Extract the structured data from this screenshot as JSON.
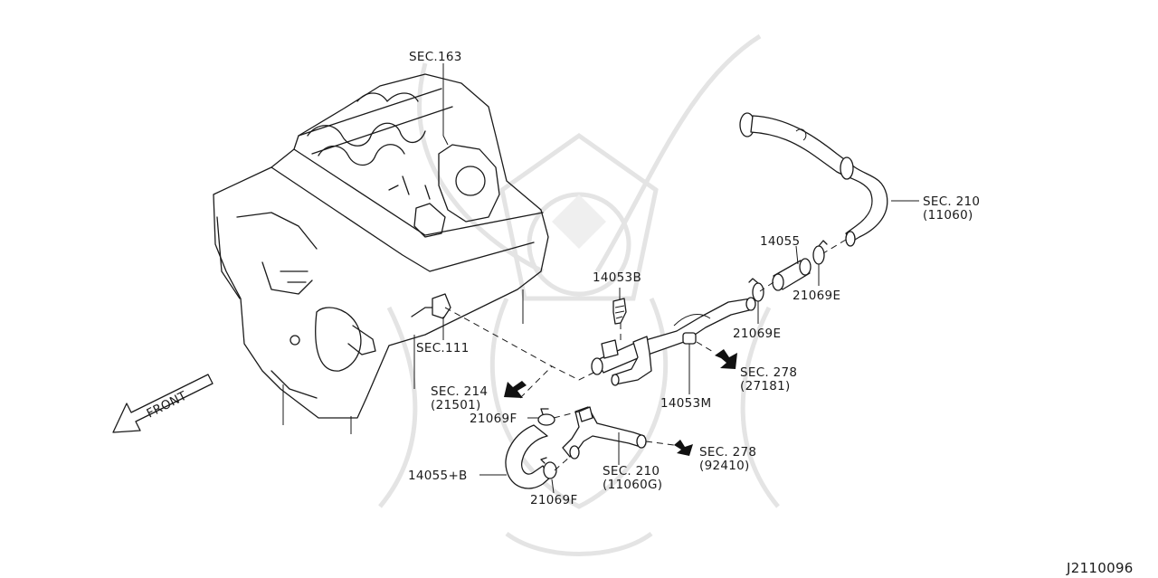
{
  "diagram_id": "J2110096",
  "front_label": "FRONT",
  "callouts": {
    "sec163": "SEC.163",
    "sec111": "SEC.111",
    "sec214_a": "SEC. 214",
    "sec214_b": "(21501)",
    "sec210_top_a": "SEC. 210",
    "sec210_top_b": "(11060)",
    "sec278_mid_a": "SEC. 278",
    "sec278_mid_b": "(27181)",
    "sec278_low_a": "SEC. 278",
    "sec278_low_b": "(92410)",
    "sec210_low_a": "SEC. 210",
    "sec210_low_b": "(11060G)"
  },
  "parts": {
    "p14055": "14055",
    "p14053B": "14053B",
    "p21069E_upper": "21069E",
    "p21069E_lower": "21069E",
    "p14053M": "14053M",
    "p21069F_upper": "21069F",
    "p14055B": "14055+B",
    "p21069F_lower": "21069F"
  }
}
